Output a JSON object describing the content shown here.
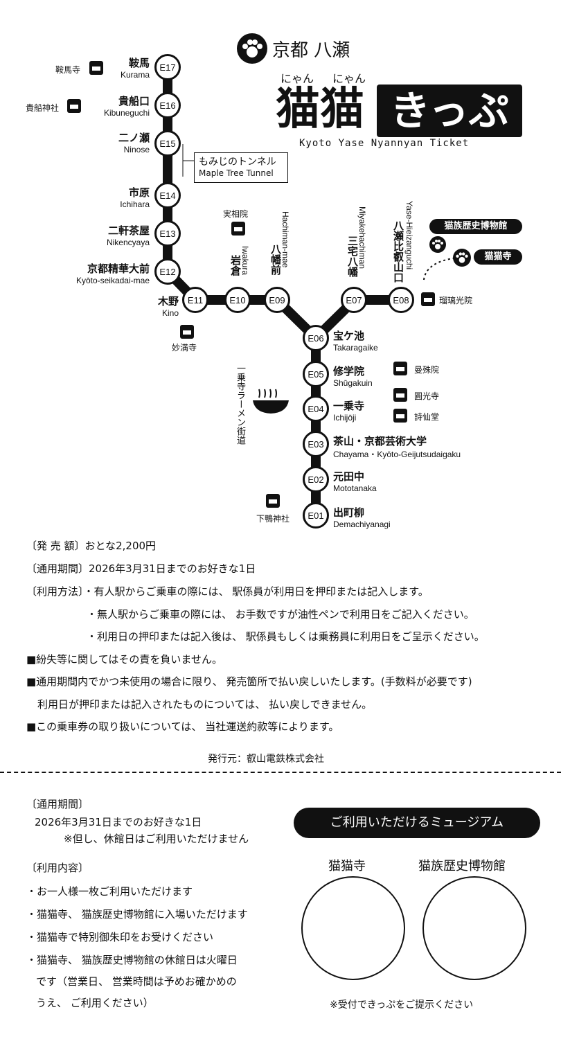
{
  "header": {
    "brand": "京都 八瀬",
    "furigana1": "にゃん",
    "furigana2": "にゃん",
    "title_left": "猫猫",
    "title_right": "きっぷ",
    "subtitle": "Kyoto Yase Nyannyan Ticket"
  },
  "stations": [
    {
      "code": "E17",
      "jp": "鞍馬",
      "ro": "Kurama"
    },
    {
      "code": "E16",
      "jp": "貴船口",
      "ro": "Kibuneguchi"
    },
    {
      "code": "E15",
      "jp": "二ノ瀬",
      "ro": "Ninose"
    },
    {
      "code": "E14",
      "jp": "市原",
      "ro": "Ichihara"
    },
    {
      "code": "E13",
      "jp": "二軒茶屋",
      "ro": "Nikencyaya"
    },
    {
      "code": "E12",
      "jp": "京都精華大前",
      "ro": "Kyōto-seikadai-mae"
    },
    {
      "code": "E11",
      "jp": "木野",
      "ro": "Kino"
    },
    {
      "code": "E10",
      "jp": "岩倉",
      "ro": "Iwakura"
    },
    {
      "code": "E09",
      "jp": "八幡前",
      "ro": "Hachiman-mae"
    },
    {
      "code": "E07",
      "jp": "三宅八幡",
      "ro": "Miyakehachiman"
    },
    {
      "code": "E08",
      "jp": "八瀬比叡山口",
      "ro": "Yase-Hieizanguchi"
    },
    {
      "code": "E06",
      "jp": "宝ケ池",
      "ro": "Takaragaike"
    },
    {
      "code": "E05",
      "jp": "修学院",
      "ro": "Shūgakuin"
    },
    {
      "code": "E04",
      "jp": "一乗寺",
      "ro": "Ichijōji"
    },
    {
      "code": "E03",
      "jp": "茶山・京都芸術大学",
      "ro": "Chayama・Kyōto-Geijutsudaigaku"
    },
    {
      "code": "E02",
      "jp": "元田中",
      "ro": "Mototanaka"
    },
    {
      "code": "E01",
      "jp": "出町柳",
      "ro": "Demachiyanagi"
    }
  ],
  "landmarks": {
    "kuramadera": "鞍馬寺",
    "kifune": "貴船神社",
    "jissoin": "実相院",
    "myomanji": "妙満寺",
    "rurikoin": "瑠璃光院",
    "manshuin": "曼殊院",
    "enkoji": "圓光寺",
    "shisendo": "詩仙堂",
    "shimogamo": "下鴨神社",
    "ramen": "一乗寺ラーメン街道",
    "museum": "猫族歴史博物館",
    "nekodera": "猫猫寺"
  },
  "tunnel": {
    "jp": "もみじのトンネル",
    "en": "Maple Tree Tunnel"
  },
  "rules": [
    "〔発 売 額〕おとな2,200円",
    "〔通用期間〕2026年3月31日までのお好きな1日",
    "〔利用方法〕・有人駅からご乗車の際には、 駅係員が利用日を押印または記入します。",
    "・無人駅からご乗車の際には、 お手数ですが油性ペンで利用日をご記入ください。",
    "・利用日の押印または記入後は、 駅係員もしくは乗務員に利用日をご呈示ください。",
    "■紛失等に関してはその責を負いません。",
    "■通用期間内でかつ未使用の場合に限り、 発売箇所で払い戻しいたします。(手数料が必要です)",
    "利用日が押印または記入されたものについては、 払い戻しできません。",
    "■この乗車券の取り扱いについては、 当社運送約款等によります。"
  ],
  "issuer": "発行元：叡山電鉄株式会社",
  "stub": {
    "period_h": "〔通用期間〕",
    "period_1": "2026年3月31日までのお好きな1日",
    "period_2": "※但し、休館日はご利用いただけません",
    "usage_h": "〔利用内容〕",
    "usage_1": "・お一人様一枚ご利用いただけます",
    "usage_2": "・猫猫寺、 猫族歴史博物館に入場いただけます",
    "usage_3": "・猫猫寺で特別御朱印をお受けください",
    "usage_4": "・猫猫寺、 猫族歴史博物館の休館日は火曜日",
    "usage_5": "です（営業日、 営業時間は予めお確かめの",
    "usage_6": "うえ、 ご利用ください）",
    "museums_h": "ご利用いただけるミュージアム",
    "m1": "猫猫寺",
    "m2": "猫族歴史博物館",
    "note": "※受付できっぷをご提示ください"
  }
}
